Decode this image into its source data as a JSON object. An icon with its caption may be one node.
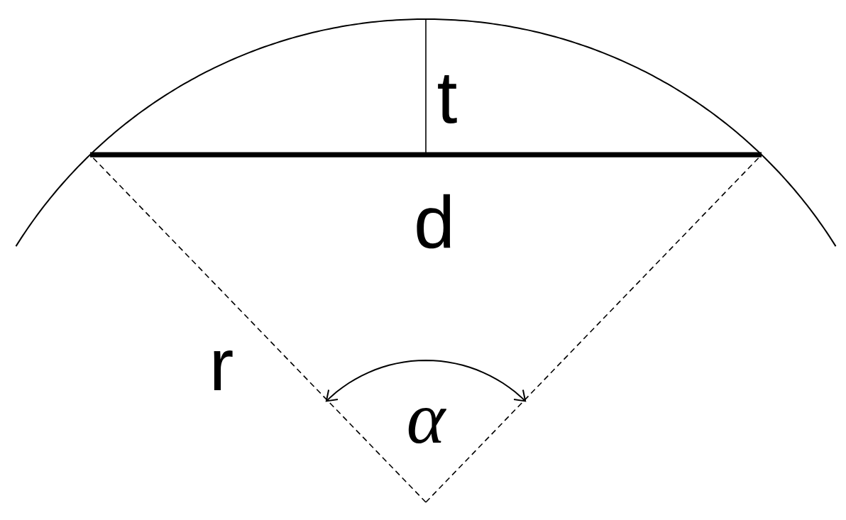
{
  "diagram": {
    "labels": [
      "t",
      "d",
      "r",
      "α"
    ]
  }
}
